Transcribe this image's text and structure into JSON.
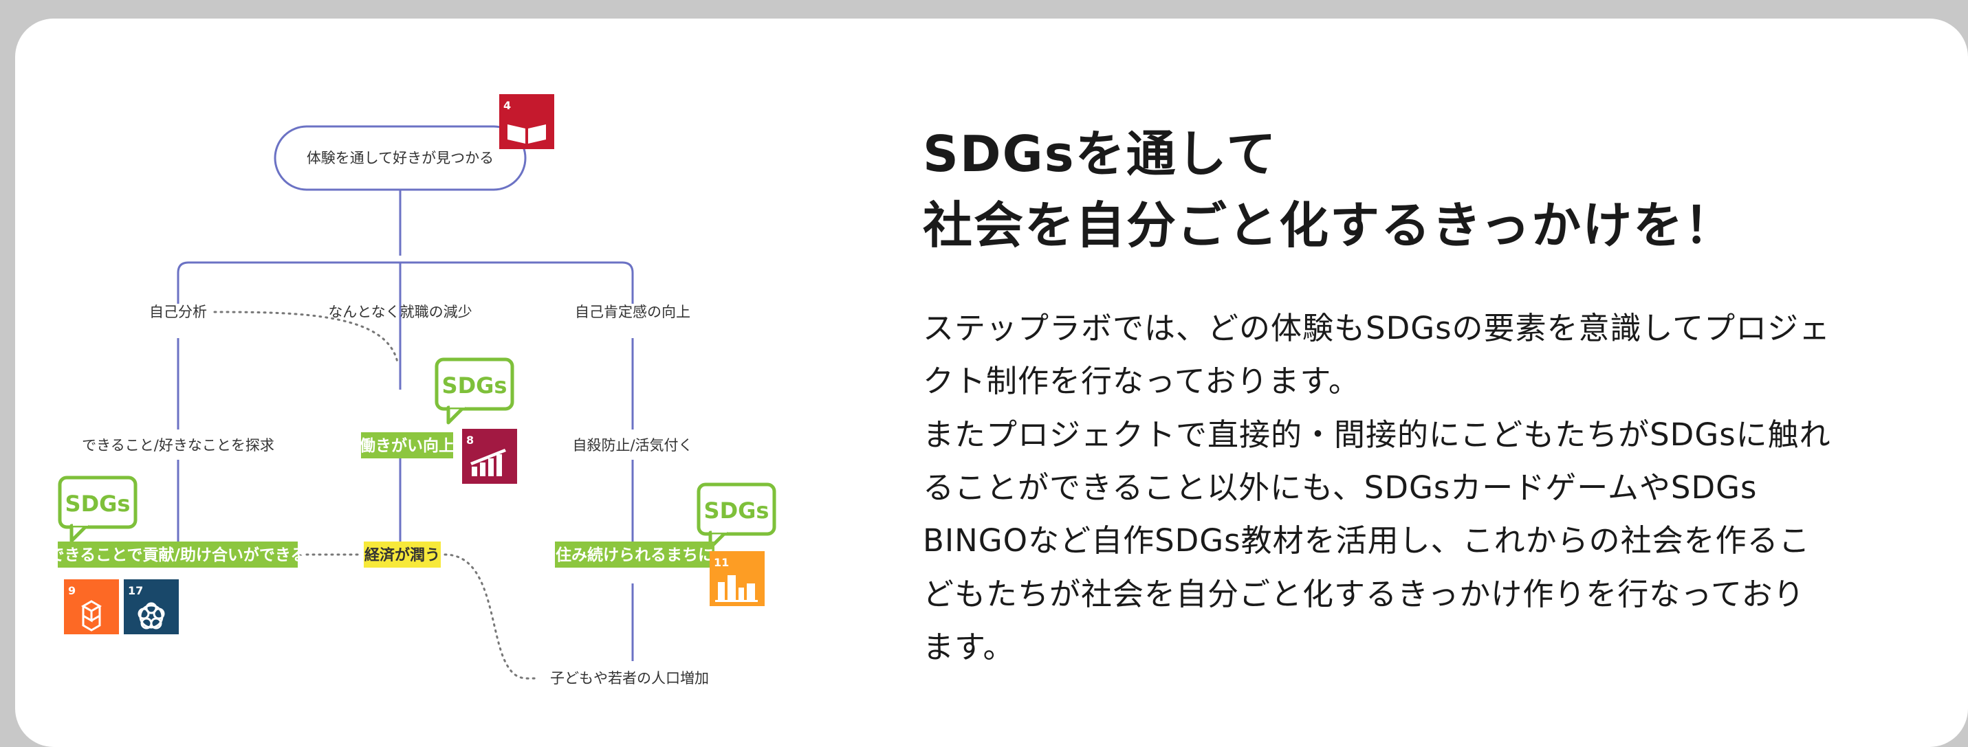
{
  "diagram": {
    "top_node": "体験を通して好きが見つかる",
    "branch_labels": [
      "自己分析",
      "なんとなく就職の減少",
      "自己肯定感の向上"
    ],
    "mid_labels": [
      "できること/好きなことを探求",
      "自殺防止/活気付く"
    ],
    "highlight_work": "働きがい向上",
    "highlight_contribute": "できることで貢献/助け合いができる",
    "highlight_economy": "経済が潤う",
    "highlight_town": "住み続けられるまちに",
    "bottom_note": "子どもや若者の人口増加",
    "bubble_label": "SDGs",
    "sdg_icons": [
      {
        "number": "4",
        "name": "book-icon",
        "color": "#c5192d"
      },
      {
        "number": "8",
        "name": "growth-chart-icon",
        "color": "#a21942"
      },
      {
        "number": "9",
        "name": "cubes-icon",
        "color": "#fd6925"
      },
      {
        "number": "17",
        "name": "flower-ring-icon",
        "color": "#19486a"
      },
      {
        "number": "11",
        "name": "city-icon",
        "color": "#fd9d24"
      }
    ],
    "colors": {
      "connector": "#6b72c4",
      "green_highlight": "#8cc63f",
      "yellow_highlight": "#f7e93a",
      "bubble": "#7ec03a",
      "dotted": "#777777"
    }
  },
  "heading": {
    "line1": "SDGsを通して",
    "line2": "社会を自分ごと化するきっかけを！"
  },
  "body_lines": [
    "ステップラボでは、どの体験もSDGsの要素を意識してプロジェ",
    "クト制作を行なっております。",
    "またプロジェクトで直接的・間接的にこどもたちがSDGsに触れ",
    "ることができること以外にも、SDGsカードゲームやSDGs",
    "BINGOなど自作SDGs教材を活用し、これからの社会を作るこ",
    "どもたちが社会を自分ごと化するきっかけ作りを行なっており",
    "ます。"
  ]
}
